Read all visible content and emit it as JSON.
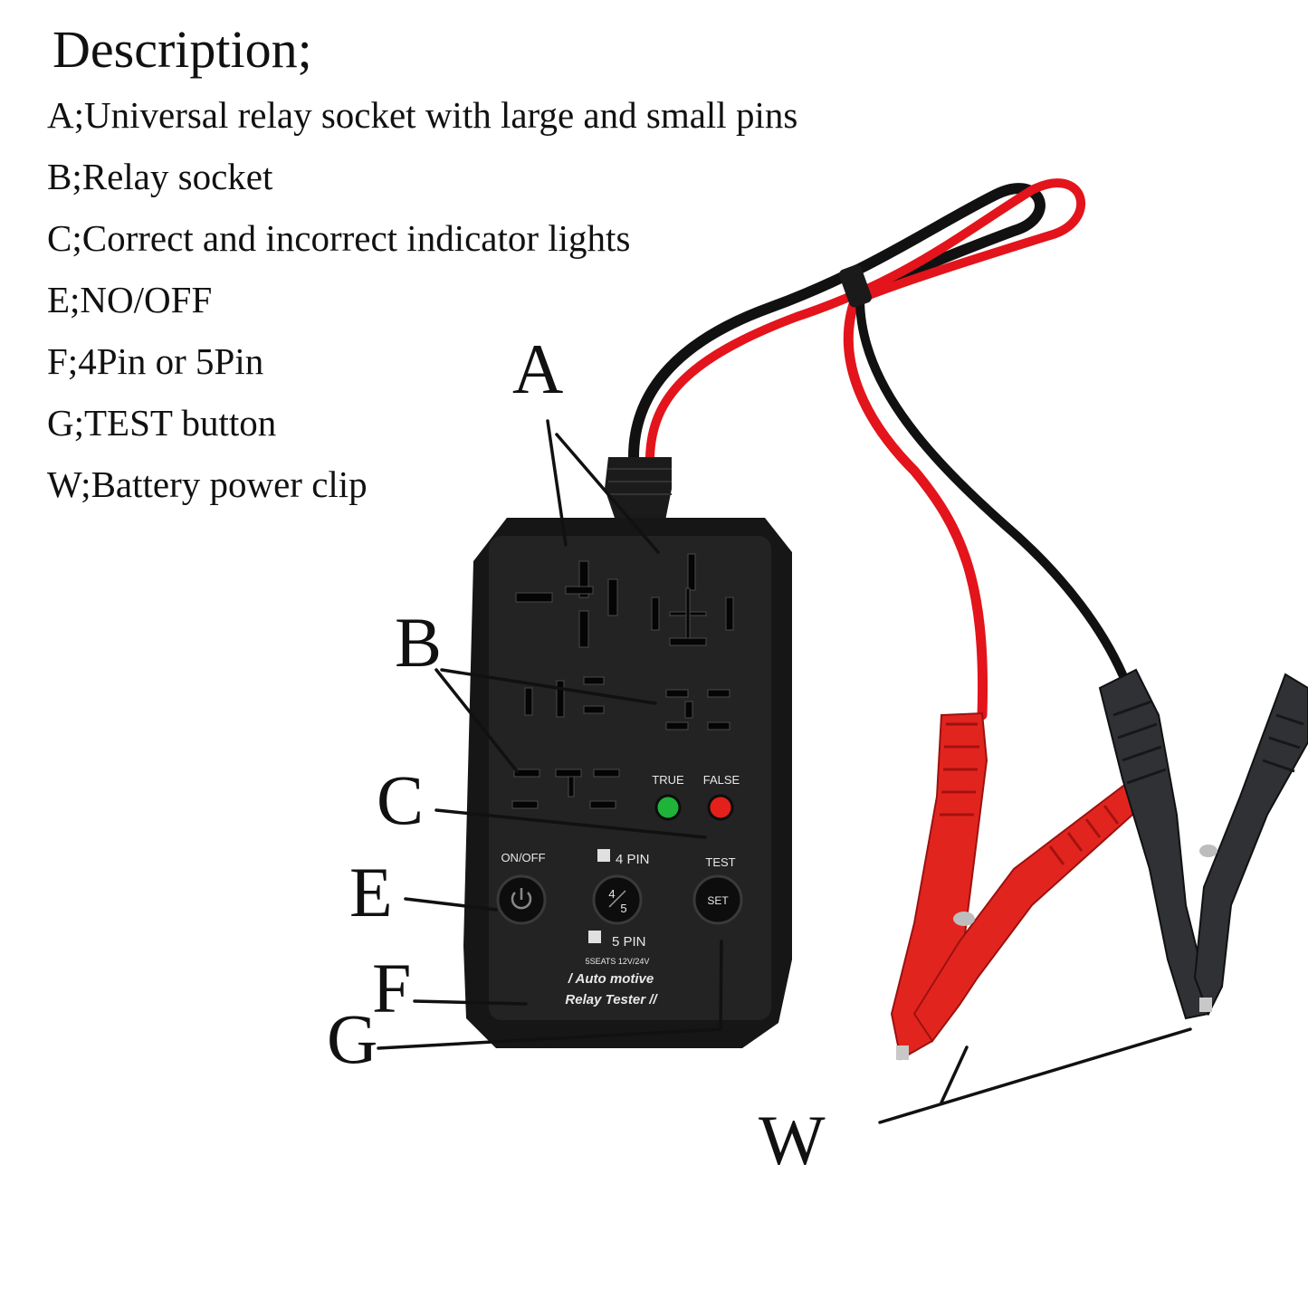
{
  "description": {
    "title": "Description;",
    "items": [
      "A;Universal relay socket with large and small pins",
      "B;Relay socket",
      "C;Correct and incorrect indicator lights",
      "E;NO/OFF",
      "F;4Pin or 5Pin",
      "G;TEST button",
      "W;Battery power clip"
    ]
  },
  "callouts": {
    "a": "A",
    "b": "B",
    "c": "C",
    "e": "E",
    "f": "F",
    "g": "G",
    "w": "W"
  },
  "device": {
    "true_label": "TRUE",
    "false_label": "FALSE",
    "onoff_label": "ON/OFF",
    "pin4_label": "4 PIN",
    "pin5_label": "5 PIN",
    "test_label": "TEST",
    "switch_top": "4",
    "switch_bottom": "5",
    "set_label": "SET",
    "spec": "5SEATS 12V/24V",
    "brand_line1": "/ Auto motive",
    "brand_line2": "Relay Tester //"
  },
  "colors": {
    "body": "#161616",
    "panel": "#232323",
    "wire_red": "#e3141b",
    "clip_red": "#e2241f",
    "clip_black": "#2f3134",
    "led_green": "#1fb33a",
    "led_red": "#e3201c"
  }
}
